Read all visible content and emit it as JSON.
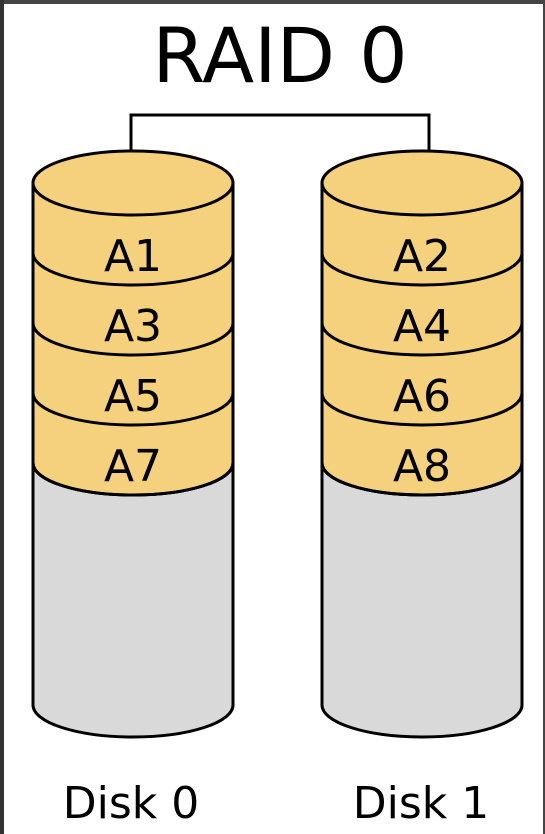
{
  "title": "RAID 0",
  "colors": {
    "block_fill": "#f5d17e",
    "empty_fill": "#d9d9d9",
    "stroke": "#000000"
  },
  "disks": [
    {
      "label": "Disk 0",
      "blocks": [
        "A1",
        "A3",
        "A5",
        "A7"
      ]
    },
    {
      "label": "Disk 1",
      "blocks": [
        "A2",
        "A4",
        "A6",
        "A8"
      ]
    }
  ]
}
